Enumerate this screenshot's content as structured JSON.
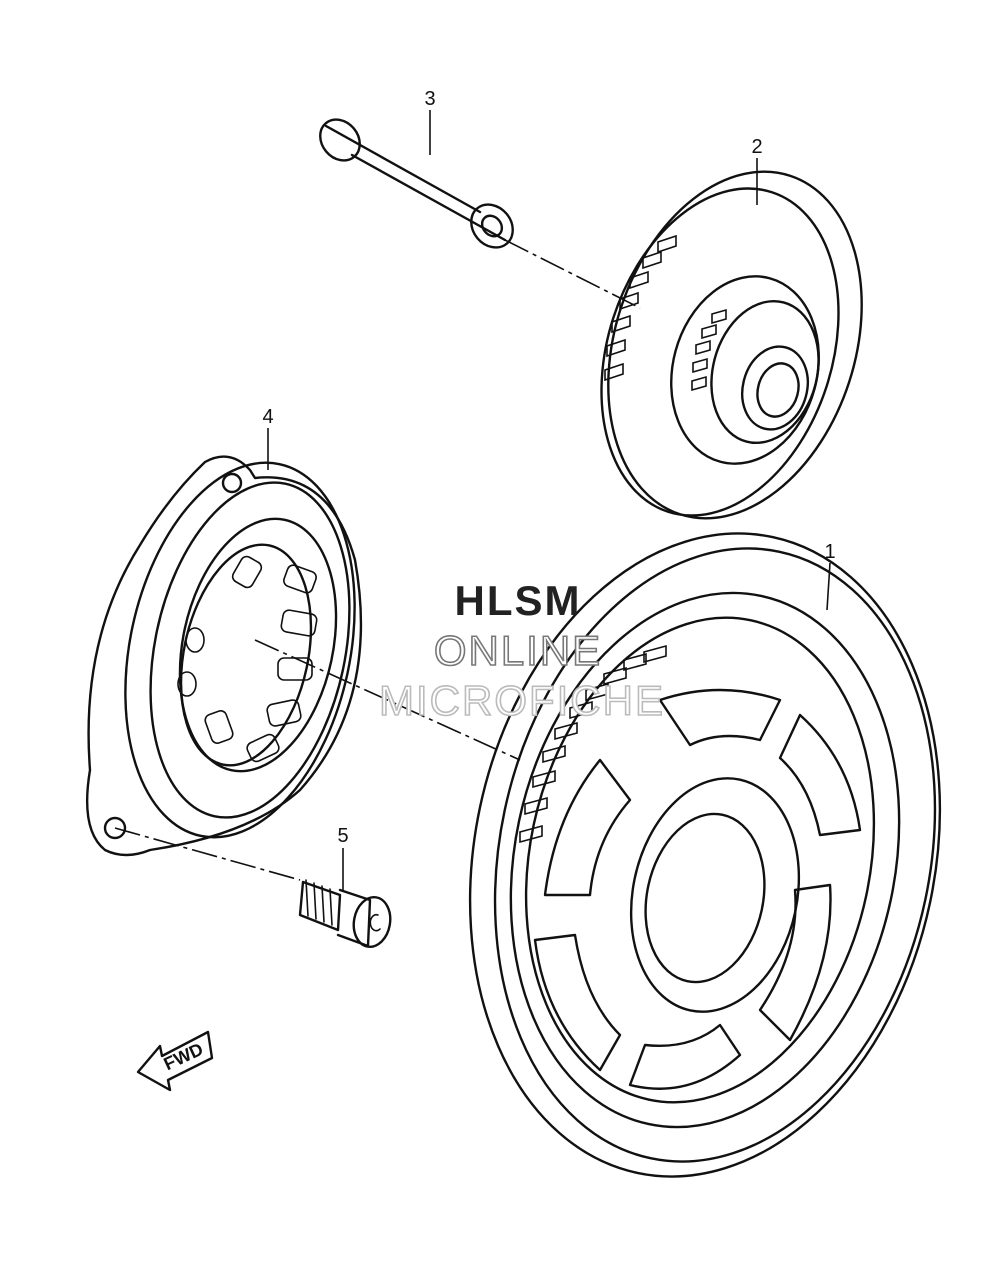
{
  "diagram": {
    "callouts": [
      {
        "id": "1",
        "part": "ring-gear"
      },
      {
        "id": "2",
        "part": "idler-gear"
      },
      {
        "id": "3",
        "part": "shaft"
      },
      {
        "id": "4",
        "part": "starter-clutch"
      },
      {
        "id": "5",
        "part": "bolt"
      }
    ],
    "watermark": {
      "line1": "HLSM",
      "line2": "ONLINE",
      "line3": "MICROFICHE"
    },
    "direction_arrow": {
      "label": "FWD"
    },
    "colors": {
      "ink": "#111111",
      "background": "#ffffff",
      "watermark_solid": "#222222",
      "watermark_outline": "#777777"
    }
  }
}
